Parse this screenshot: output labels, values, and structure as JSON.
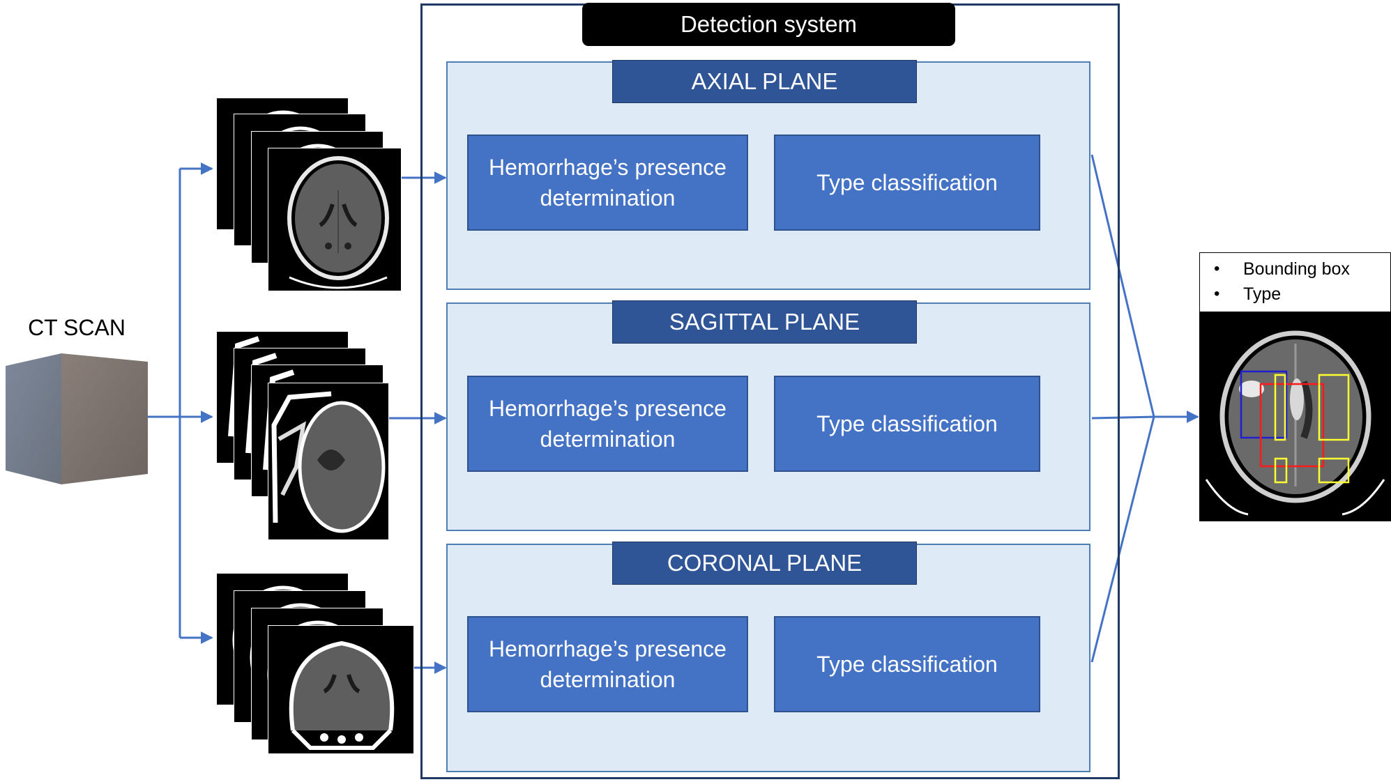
{
  "ct_scan_label": "CT SCAN",
  "detection_system": {
    "title": "Detection system",
    "planes": [
      {
        "title": "AXIAL PLANE",
        "presence_task": "Hemorrhage’s presence determination",
        "type_task": "Type classification"
      },
      {
        "title": "SAGITTAL PLANE",
        "presence_task": "Hemorrhage’s presence determination",
        "type_task": "Type classification"
      },
      {
        "title": "CORONAL PLANE",
        "presence_task": "Hemorrhage’s presence determination",
        "type_task": "Type classification"
      }
    ]
  },
  "output": {
    "legend_items": [
      "Bounding box",
      "Type"
    ],
    "bullet_symbol": "•"
  },
  "colors": {
    "arrow": "#4472c4",
    "frame": "#203864",
    "panel_fill": "#deebf7",
    "plane_title_fill": "#2f5597",
    "task_fill": "#4472c4",
    "box_blue": "#1f1fd0",
    "box_red": "#ff1a1a",
    "box_yellow": "#ffff33"
  }
}
